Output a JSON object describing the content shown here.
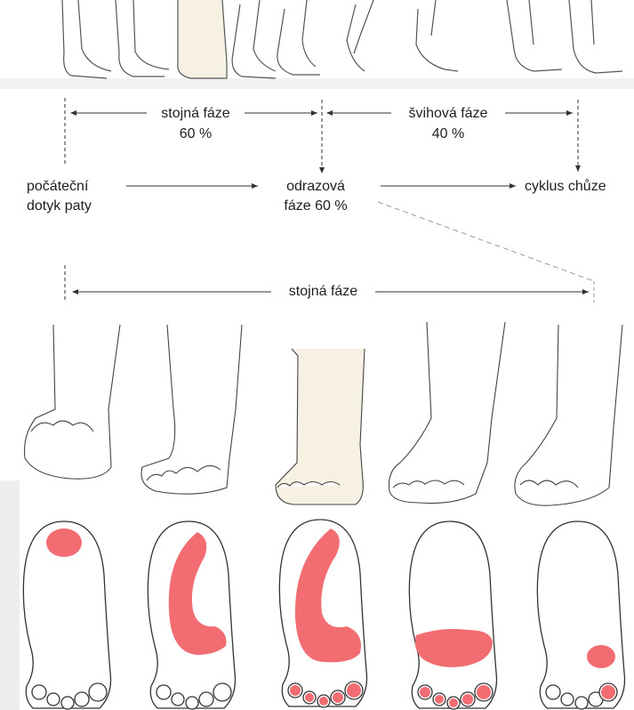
{
  "top": {
    "stance_label": "stojná fáze",
    "stance_pct": "60 %",
    "swing_label": "švihová fáze",
    "swing_pct": "40 %"
  },
  "middle": {
    "heel_contact_line1": "počáteční",
    "heel_contact_line2": "dotyk paty",
    "toe_off_line1": "odrazová",
    "toe_off_line2": "fáze 60 %",
    "gait_cycle": "cyklus chůze"
  },
  "bottom": {
    "stance_label": "stojná fáze"
  },
  "colors": {
    "pressure": "#f26d72",
    "line": "#333333",
    "highlight_leg": "#f7f1e3"
  }
}
